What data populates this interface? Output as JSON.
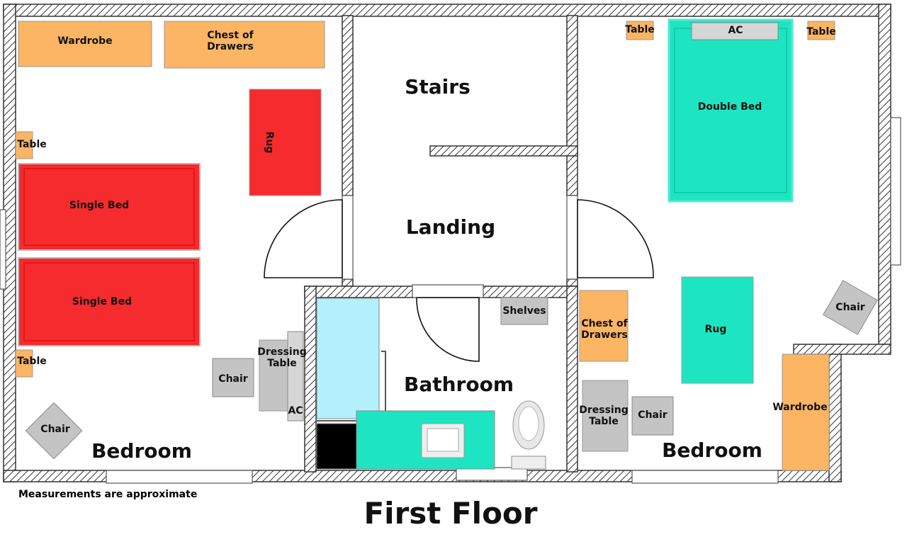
{
  "title": "First Floor",
  "note": "Measurements are approximate",
  "colors": {
    "wall": "#333333",
    "wall_fill": "#ffffff",
    "orange": "#fbb563",
    "red": "#f52b2d",
    "teal": "#1de5c2",
    "light_blue": "#b3f0fc",
    "grey": "#c4c4c4",
    "black": "#000000"
  },
  "rooms": {
    "bedroom_left": "Bedroom",
    "bedroom_right": "Bedroom",
    "stairs": "Stairs",
    "landing": "Landing",
    "bathroom": "Bathroom"
  },
  "left_bedroom": {
    "wardrobe": "Wardrobe",
    "chest": "Chest of\nDrawers",
    "rug": "Rug",
    "table_top": "Table",
    "bed1": "Single Bed",
    "bed2": "Single Bed",
    "table_bottom": "Table",
    "dressing_table": "Dressing\nTable",
    "ac": "AC",
    "chair_mid": "Chair",
    "chair_corner": "Chair"
  },
  "bathroom_items": {
    "shelves": "Shelves"
  },
  "right_bedroom": {
    "table_left": "Table",
    "ac": "AC",
    "table_right": "Table",
    "double_bed": "Double Bed",
    "chest": "Chest of\nDrawers",
    "rug": "Rug",
    "chair_right": "Chair",
    "dressing_table": "Dressing\nTable",
    "chair": "Chair",
    "wardrobe": "Wardrobe"
  }
}
